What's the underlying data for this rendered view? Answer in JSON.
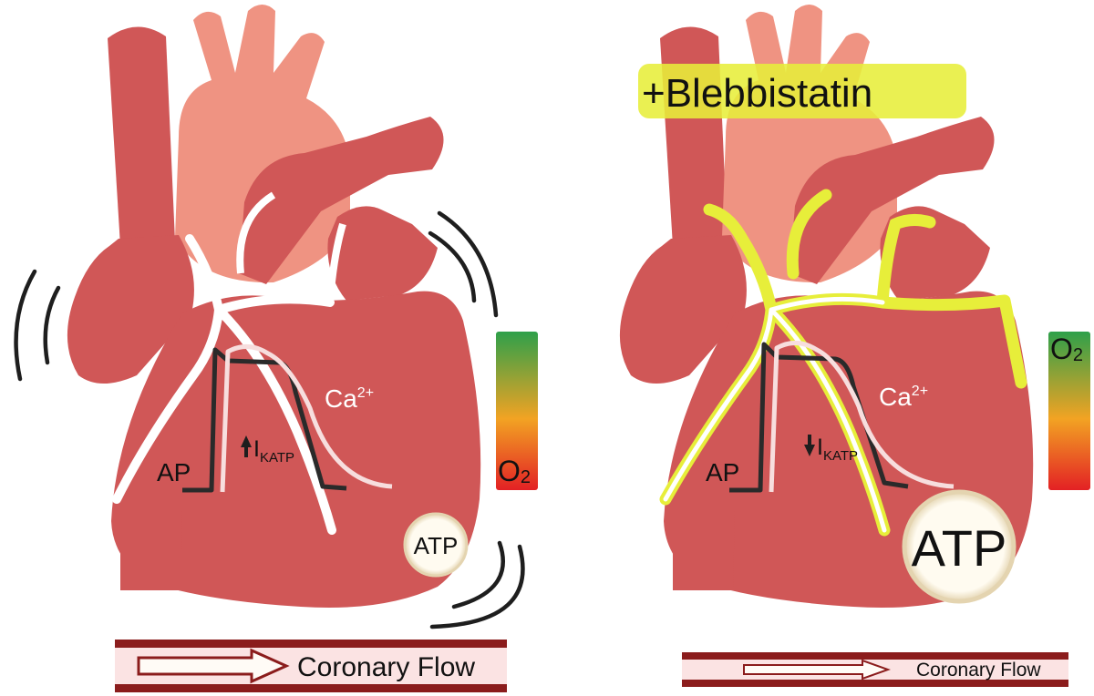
{
  "colors": {
    "heart": "#d05757",
    "aorta": "#ef9382",
    "separator": "#ffffff",
    "vessel_highlight": "#e7ee3a",
    "ap_trace": "#2a2a2a",
    "ca_trace": "#f7dede",
    "atp_fill": "#fffbf0",
    "atp_ring": "#e4d4b0",
    "flow_bar": "#8b1c1c",
    "flow_fill": "#fbe3e3",
    "o2_gradient": [
      "#2ea04a",
      "#f2a323",
      "#e32124"
    ]
  },
  "panels": [
    {
      "id": "control",
      "ap_label": "AP",
      "ca_label": "Ca",
      "ca_sup": "2+",
      "ikatp_arrow": "up",
      "ikatp_main": "I",
      "ikatp_sub": "KATP",
      "atp_label": "ATP",
      "o2_main": "O",
      "o2_sub": "2",
      "flow_label": "Coronary Flow",
      "contracting": true
    },
    {
      "id": "blebbistatin",
      "treatment_label": "+Blebbistatin",
      "ap_label": "AP",
      "ca_label": "Ca",
      "ca_sup": "2+",
      "ikatp_arrow": "down",
      "ikatp_main": "I",
      "ikatp_sub": "KATP",
      "atp_label": "ATP",
      "o2_main": "O",
      "o2_sub": "2",
      "flow_label": "Coronary Flow",
      "contracting": false
    }
  ]
}
